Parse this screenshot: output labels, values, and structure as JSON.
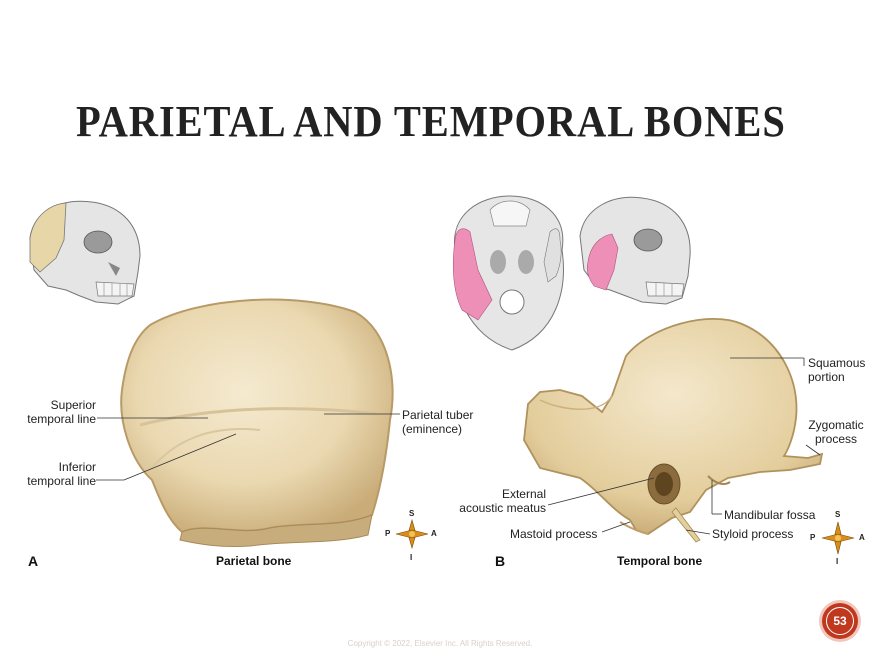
{
  "slide": {
    "title": "PARIETAL AND TEMPORAL BONES",
    "page_number": "53",
    "copyright": "Copyright © 2022, Elsevier Inc. All Rights Reserved."
  },
  "panel_a": {
    "letter": "A",
    "caption": "Parietal bone",
    "labels": {
      "superior_temporal_line": "Superior\ntemporal line",
      "inferior_temporal_line": "Inferior\ntemporal line",
      "parietal_tuber": "Parietal tuber\n(eminence)"
    },
    "compass": {
      "top": "S",
      "bottom": "I",
      "left": "P",
      "right": "A"
    }
  },
  "panel_b": {
    "letter": "B",
    "caption": "Temporal bone",
    "labels": {
      "squamous_portion": "Squamous\nportion",
      "zygomatic_process": "Zygomatic\nprocess",
      "external_acoustic_meatus": "External\nacoustic meatus",
      "mandibular_fossa": "Mandibular fossa",
      "mastoid_process": "Mastoid process",
      "styloid_process": "Styloid process"
    },
    "compass": {
      "top": "S",
      "bottom": "I",
      "left": "P",
      "right": "A"
    }
  },
  "colors": {
    "bone": "#e9d8b1",
    "bone_shadow": "#cdb586",
    "skull": "#e6e6e6",
    "parietal_highlight": "#e7d7a8",
    "temporal_highlight": "#ee8fb8",
    "badge": "#c0391f"
  }
}
